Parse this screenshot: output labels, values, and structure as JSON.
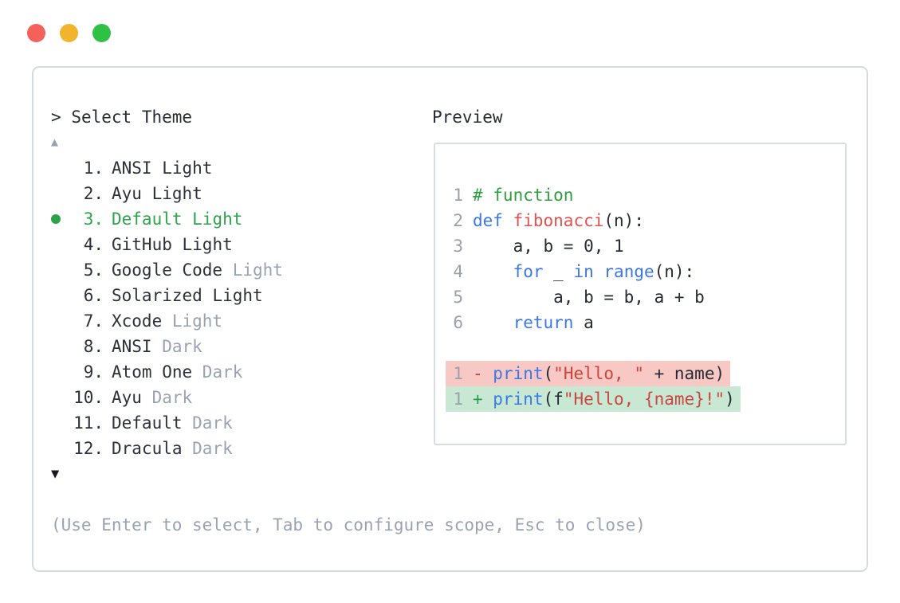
{
  "window": {
    "controls": [
      {
        "name": "close-button",
        "color": "#f4615a"
      },
      {
        "name": "minimize-button",
        "color": "#f2b42c"
      },
      {
        "name": "zoom-button",
        "color": "#2fc144"
      }
    ]
  },
  "prompt": {
    "chevron": ">",
    "title": "Select Theme"
  },
  "scroll": {
    "up_glyph": "▲",
    "down_glyph": "▼"
  },
  "themes": [
    {
      "number": "1",
      "name": "ANSI",
      "variant": "Light",
      "variant_muted": false,
      "selected": false
    },
    {
      "number": "2",
      "name": "Ayu",
      "variant": "Light",
      "variant_muted": false,
      "selected": false
    },
    {
      "number": "3",
      "name": "Default",
      "variant": "Light",
      "variant_muted": false,
      "selected": true
    },
    {
      "number": "4",
      "name": "GitHub",
      "variant": "Light",
      "variant_muted": false,
      "selected": false
    },
    {
      "number": "5",
      "name": "Google Code",
      "variant": "Light",
      "variant_muted": true,
      "selected": false
    },
    {
      "number": "6",
      "name": "Solarized",
      "variant": "Light",
      "variant_muted": false,
      "selected": false
    },
    {
      "number": "7",
      "name": "Xcode",
      "variant": "Light",
      "variant_muted": true,
      "selected": false
    },
    {
      "number": "8",
      "name": "ANSI",
      "variant": "Dark",
      "variant_muted": true,
      "selected": false
    },
    {
      "number": "9",
      "name": "Atom One",
      "variant": "Dark",
      "variant_muted": true,
      "selected": false
    },
    {
      "number": "10",
      "name": "Ayu",
      "variant": "Dark",
      "variant_muted": true,
      "selected": false
    },
    {
      "number": "11",
      "name": "Default",
      "variant": "Dark",
      "variant_muted": true,
      "selected": false
    },
    {
      "number": "12",
      "name": "Dracula",
      "variant": "Dark",
      "variant_muted": true,
      "selected": false
    }
  ],
  "help_text": "(Use Enter to select, Tab to configure scope, Esc to close)",
  "preview": {
    "label": "Preview",
    "code_lines": [
      {
        "number": "1",
        "tokens": [
          [
            "comment",
            "# function"
          ]
        ]
      },
      {
        "number": "2",
        "tokens": [
          [
            "kw",
            "def"
          ],
          [
            "plain",
            " "
          ],
          [
            "fn",
            "fibonacci"
          ],
          [
            "plain",
            "(n):"
          ]
        ]
      },
      {
        "number": "3",
        "tokens": [
          [
            "plain",
            "    a, b = 0, 1"
          ]
        ]
      },
      {
        "number": "4",
        "tokens": [
          [
            "plain",
            "    "
          ],
          [
            "kw",
            "for"
          ],
          [
            "plain",
            " _ "
          ],
          [
            "kw",
            "in"
          ],
          [
            "plain",
            " "
          ],
          [
            "kw",
            "range"
          ],
          [
            "plain",
            "(n):"
          ]
        ]
      },
      {
        "number": "5",
        "tokens": [
          [
            "plain",
            "        a, b = b, a + b"
          ]
        ]
      },
      {
        "number": "6",
        "tokens": [
          [
            "plain",
            "    "
          ],
          [
            "kw",
            "return"
          ],
          [
            "plain",
            " a"
          ]
        ]
      }
    ],
    "diff_lines": [
      {
        "number": "1",
        "sign": "-",
        "type": "del",
        "tokens": [
          [
            "kw",
            "print"
          ],
          [
            "plain",
            "("
          ],
          [
            "str",
            "\"Hello, \""
          ],
          [
            "plain",
            " + name)"
          ]
        ]
      },
      {
        "number": "1",
        "sign": "+",
        "type": "add",
        "tokens": [
          [
            "kw",
            "print"
          ],
          [
            "plain",
            "(f"
          ],
          [
            "str",
            "\"Hello, {name}!\""
          ],
          [
            "plain",
            ")"
          ]
        ]
      }
    ]
  },
  "colors": {
    "text_dark": "#262b33",
    "muted_gray": "#99a2b3",
    "line_number_gray": "#9aa0ab",
    "selected_green": "#2ea44c",
    "bullet_green": "#2ba24a",
    "comment_green": "#2e9e3e",
    "keyword_blue": "#3b77e8",
    "function_red": "#e0524e",
    "string_red": "#cc4540",
    "diff_del_bg": "#f8c8c4",
    "diff_add_bg": "#c8e8d4",
    "diff_del_sign": "#d23b3b",
    "diff_add_sign": "#2a9d4a",
    "panel_border": "#d5d9e0",
    "preview_border": "#d8dce3",
    "scroll_up_gray": "#97a1b2",
    "scroll_down_black": "#171a20",
    "traffic_red": "#f4615a",
    "traffic_yellow": "#f2b42c",
    "traffic_green": "#2fc144"
  }
}
